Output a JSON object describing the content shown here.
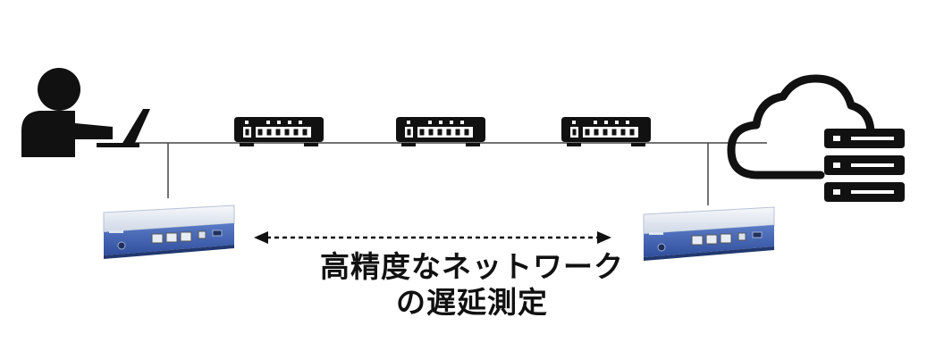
{
  "caption": {
    "line1": "高精度なネットワーク",
    "line2": "の遅延測定"
  },
  "icons": {
    "user": "person-with-laptop-icon",
    "switch": "network-switch-icon",
    "cloud": "cloud-icon",
    "server": "server-rack-icon",
    "appliance": "measurement-appliance"
  },
  "colors": {
    "ink": "#111111",
    "appliance_body": "#3f5fae",
    "appliance_top": "#e9eef5"
  }
}
